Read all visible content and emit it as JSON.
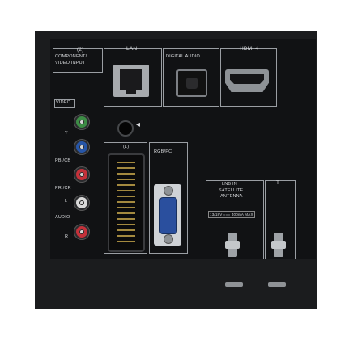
{
  "panel": {
    "component_header": "(2)",
    "component_label_1": "COMPONENT/",
    "component_label_2": "VIDEO INPUT",
    "lan": "LAN",
    "digital_audio": "DIGITAL AUDIO",
    "hdmi": "HDMI 4",
    "video": "VIDEO",
    "y": "Y",
    "pb": "PB /CB",
    "pr": "PR /CR",
    "l": "L",
    "audio": "AUDIO",
    "r": "R",
    "scart": "(1)",
    "rgbpc": "RGB/PC",
    "lnb_in": "LNB IN",
    "satellite": "SATELLITE",
    "antenna": "ANTENNA",
    "lnb_spec": "13/18V === 400mA MAX",
    "terrestrial": "T"
  }
}
